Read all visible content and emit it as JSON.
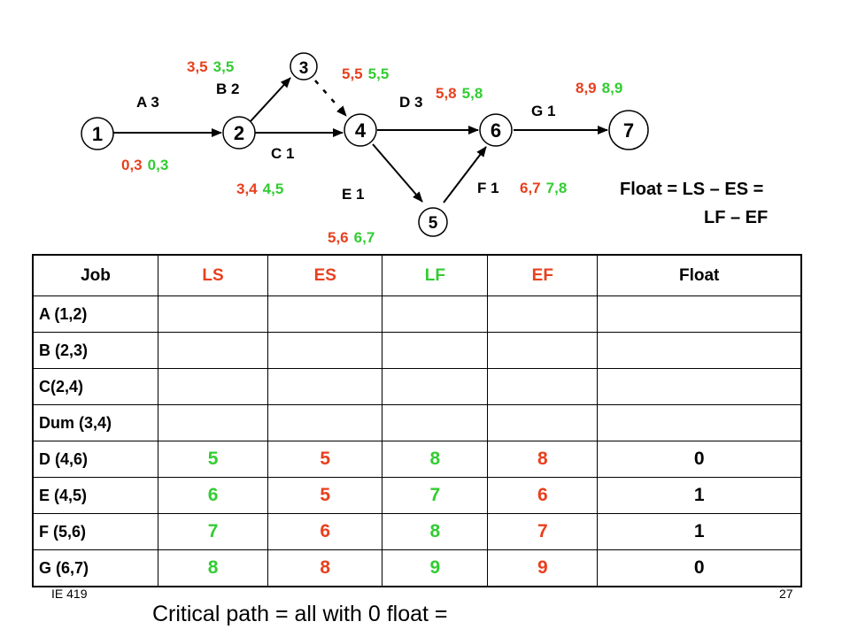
{
  "nodes": [
    {
      "id": "1",
      "label": "1"
    },
    {
      "id": "2",
      "label": "2"
    },
    {
      "id": "3",
      "label": "3"
    },
    {
      "id": "4",
      "label": "4"
    },
    {
      "id": "5",
      "label": "5"
    },
    {
      "id": "6",
      "label": "6"
    },
    {
      "id": "7",
      "label": "7"
    }
  ],
  "activities": [
    {
      "label": "A 3"
    },
    {
      "label": "B 2"
    },
    {
      "label": "C 1"
    },
    {
      "label": "D 3"
    },
    {
      "label": "E 1"
    },
    {
      "label": "F 1"
    },
    {
      "label": "G 1"
    }
  ],
  "times": {
    "a": {
      "red": "0,3",
      "green": "0,3"
    },
    "b": {
      "red": "3,5",
      "green": "3,5"
    },
    "c": {
      "red": "3,4",
      "green": "4,5"
    },
    "dummy": {
      "red": "5,5",
      "green": "5,5"
    },
    "d": {
      "red": "5,8",
      "green": "5,8"
    },
    "e": {
      "red": "5,6",
      "green": "6,7"
    },
    "f": {
      "red": "6,7",
      "green": "7,8"
    },
    "g": {
      "red": "8,9",
      "green": "8,9"
    }
  },
  "colors": {
    "red": "#e8401e",
    "green": "#33cc33",
    "black": "#000000"
  },
  "formula": {
    "line1": "Float = LS – ES =",
    "line2": "LF – EF"
  },
  "table": {
    "headers": {
      "job": "Job",
      "ls": "LS",
      "es": "ES",
      "lf": "LF",
      "ef": "EF",
      "float": "Float"
    },
    "rows": [
      {
        "job": "A (1,2)",
        "ls": "",
        "es": "",
        "lf": "",
        "ef": "",
        "float": ""
      },
      {
        "job": "B (2,3)",
        "ls": "",
        "es": "",
        "lf": "",
        "ef": "",
        "float": ""
      },
      {
        "job": "C(2,4)",
        "ls": "",
        "es": "",
        "lf": "",
        "ef": "",
        "float": ""
      },
      {
        "job": "Dum (3,4)",
        "ls": "",
        "es": "",
        "lf": "",
        "ef": "",
        "float": ""
      },
      {
        "job": "D (4,6)",
        "ls": "5",
        "es": "5",
        "lf": "8",
        "ef": "8",
        "float": "0"
      },
      {
        "job": "E (4,5)",
        "ls": "6",
        "es": "5",
        "lf": "7",
        "ef": "6",
        "float": "1"
      },
      {
        "job": "F (5,6)",
        "ls": "7",
        "es": "6",
        "lf": "8",
        "ef": "7",
        "float": "1"
      },
      {
        "job": "G (6,7)",
        "ls": "8",
        "es": "8",
        "lf": "9",
        "ef": "9",
        "float": "0"
      }
    ]
  },
  "footer": {
    "course": "IE 419",
    "page": "27"
  },
  "critical_path": "Critical path = all with 0 float ="
}
